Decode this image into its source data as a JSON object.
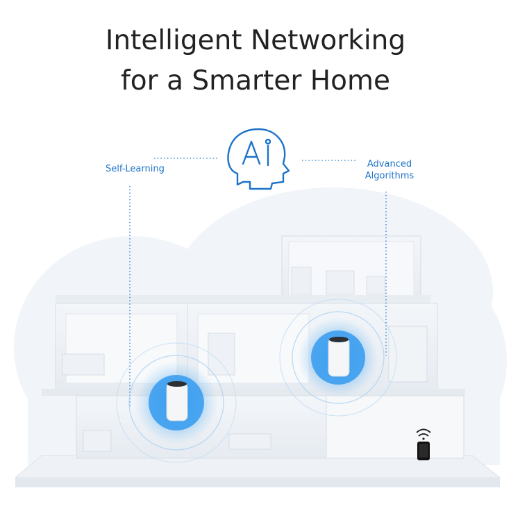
{
  "headline": {
    "line1": "Intelligent Networking",
    "line2": "for a Smarter Home"
  },
  "features": {
    "left": "Self-Learning",
    "right_line1": "Advanced",
    "right_line2": "Algorithms"
  },
  "icons": {
    "center": "ai-head-icon",
    "devices": [
      "mesh-router-icon",
      "mesh-router-icon"
    ],
    "client": "smartphone-wifi-icon"
  },
  "colors": {
    "accent": "#1d73c9",
    "glow": "#3aa0f2",
    "house": "#eef2f6"
  }
}
